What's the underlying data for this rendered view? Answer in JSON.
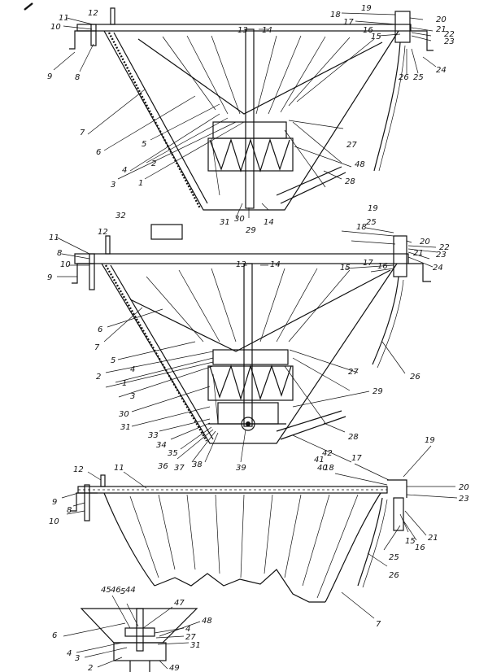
{
  "figures": [
    {
      "id": "fig1",
      "labels": [
        "1",
        "2",
        "3",
        "4",
        "5",
        "6",
        "7",
        "8",
        "9",
        "10",
        "11",
        "12",
        "13",
        "14",
        "15",
        "16",
        "17",
        "18",
        "19",
        "20",
        "21",
        "22",
        "23",
        "24",
        "25",
        "26",
        "27",
        "28",
        "29",
        "30",
        "31",
        "14",
        "48"
      ]
    },
    {
      "id": "fig2",
      "labels": [
        "1",
        "2",
        "3",
        "4",
        "5",
        "6",
        "7",
        "8",
        "9",
        "10",
        "11",
        "12",
        "13",
        "14",
        "15",
        "16",
        "17",
        "18",
        "19",
        "20",
        "21",
        "22",
        "23",
        "24",
        "25",
        "26",
        "27",
        "28",
        "29",
        "30",
        "31",
        "32",
        "33",
        "34",
        "35",
        "36",
        "37",
        "38",
        "39",
        "40",
        "41",
        "42"
      ]
    },
    {
      "id": "fig3",
      "labels": [
        "7",
        "8",
        "9",
        "10",
        "11",
        "12",
        "15",
        "16",
        "17",
        "18",
        "19",
        "20",
        "21",
        "23",
        "25",
        "26"
      ]
    },
    {
      "id": "fig4",
      "labels": [
        "2",
        "3",
        "4",
        "5",
        "6",
        "27",
        "31",
        "44",
        "45",
        "46",
        "47",
        "48",
        "49"
      ]
    }
  ]
}
